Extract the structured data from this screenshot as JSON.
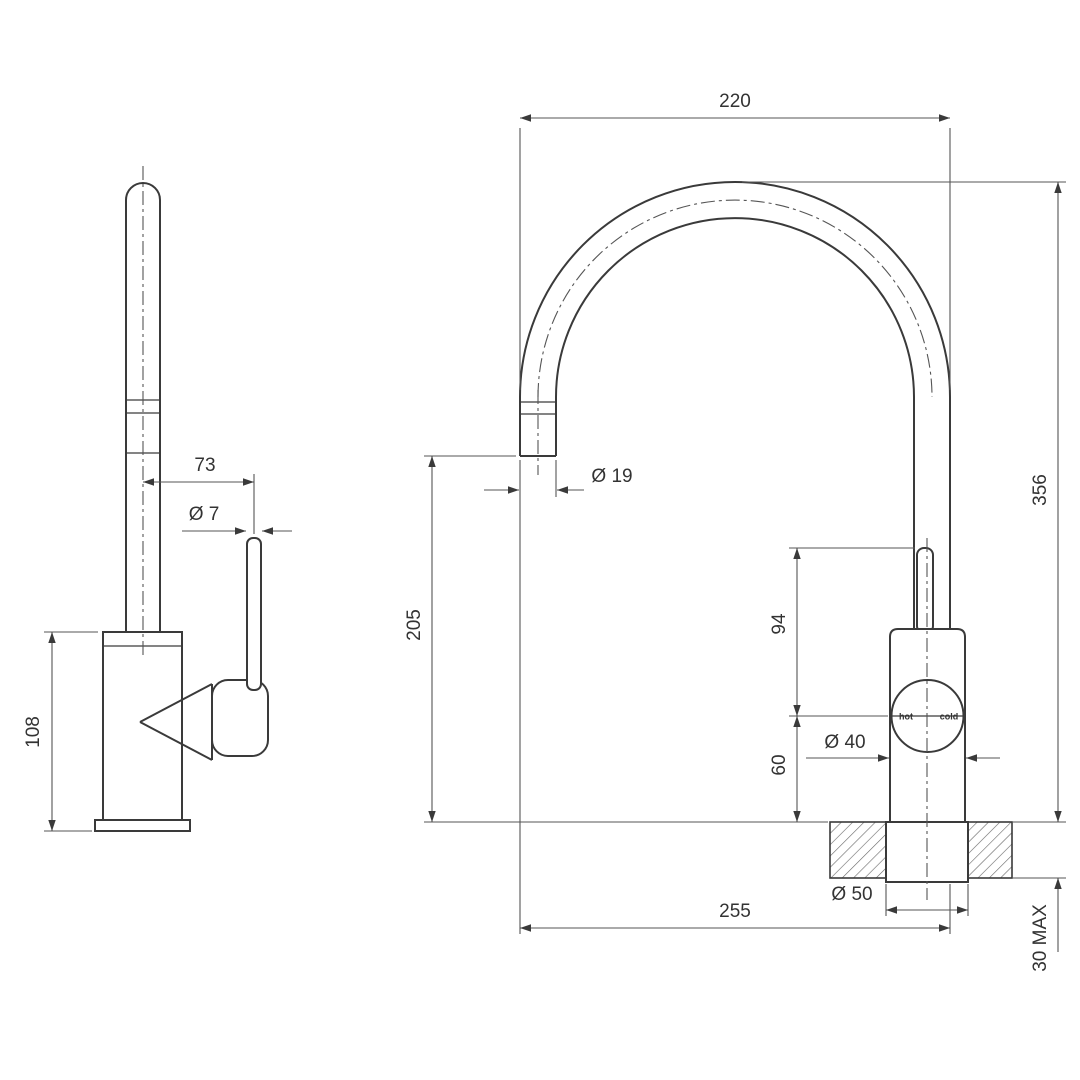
{
  "side_view": {
    "dim_handle_offset": "73",
    "dim_handle_dia": "Ø 7",
    "dim_body_height": "108"
  },
  "front_view": {
    "dim_arc_width": "220",
    "dim_total_height": "356",
    "dim_spout_height": "205",
    "dim_handle_top": "94",
    "dim_handle_bottom": "60",
    "dim_spout_dia": "Ø 19",
    "dim_body_dia": "Ø 40",
    "dim_base_dia": "Ø 50",
    "dim_base_width": "255",
    "dim_deck_max": "30 MAX",
    "hot_label": "hot",
    "cold_label": "cold"
  }
}
